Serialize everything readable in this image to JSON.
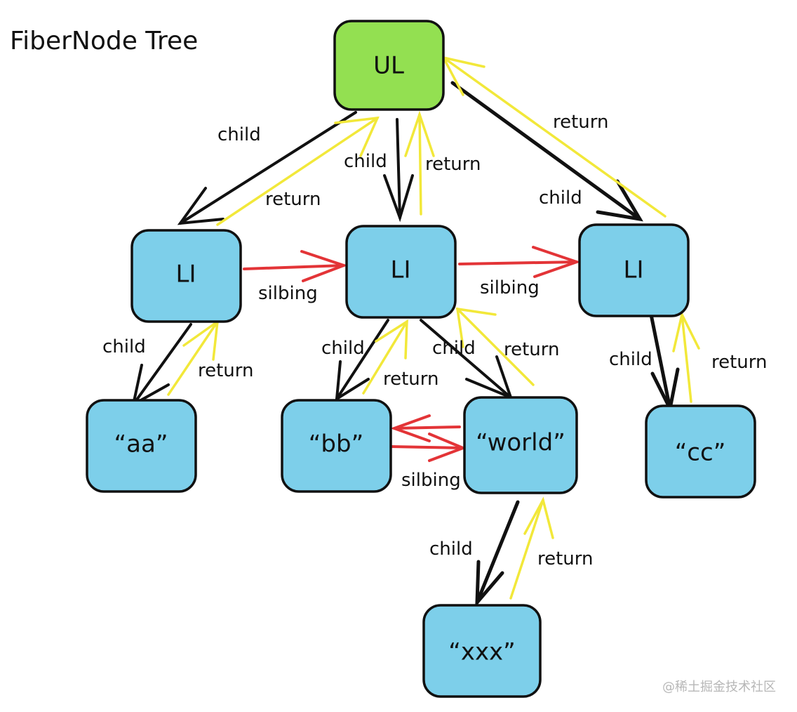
{
  "title": "FiberNode Tree",
  "watermark": "@稀土掘金技术社区",
  "colors": {
    "root_fill": "#93E051",
    "node_fill": "#7DCFEA",
    "child_arrow": "#111111",
    "return_arrow": "#F2E83A",
    "sibling_arrow": "#E33437"
  },
  "nodes": {
    "ul": "UL",
    "li1": "LI",
    "li2": "LI",
    "li3": "LI",
    "aa": "“aa”",
    "bb": "“bb”",
    "world": "“world”",
    "cc": "“cc”",
    "xxx": "“xxx”"
  },
  "labels": {
    "ul_li1_child": "child",
    "ul_li1_return": "return",
    "ul_li2_child": "child",
    "ul_li2_return": "return",
    "ul_li3_child": "child",
    "ul_li3_return": "return",
    "li1_li2_sibling": "silbing",
    "li2_li3_sibling": "silbing",
    "li1_aa_child": "child",
    "li1_aa_return": "return",
    "li2_bb_child": "child",
    "li2_bb_return": "return",
    "li2_world_child": "child",
    "li2_world_return": "return",
    "bb_world_sibling": "silbing",
    "li3_cc_child": "child",
    "li3_cc_return": "return",
    "world_xxx_child": "child",
    "world_xxx_return": "return"
  }
}
